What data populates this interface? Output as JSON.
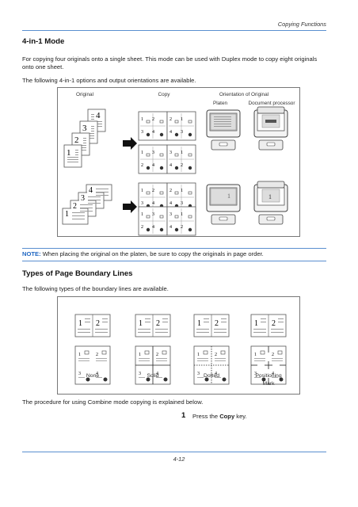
{
  "header": {
    "section": "Copying Functions"
  },
  "title": "4-in-1 Mode",
  "intro": [
    "For copying four originals onto a single sheet. This mode can be used with Duplex mode to copy eight originals",
    "onto one sheet."
  ],
  "options_text": "The following 4-in-1 options and output orientations are available.",
  "figure1": {
    "col_original": "Original",
    "col_copy": "Copy",
    "col_orientation": "Orientation of Original",
    "col_platen": "Platen",
    "col_docproc": "Document processor",
    "page_numbers": [
      "1",
      "2",
      "3",
      "4"
    ]
  },
  "note": {
    "label": "NOTE:",
    "text": " When placing the original on the platen, be sure to copy the originals in page order."
  },
  "boundary_title": "Types of Page Boundary Lines",
  "boundary_intro": "The following types of the boundary lines are available.",
  "boundary_types": [
    "None",
    "Solid",
    "Dotted",
    "Positioning",
    "Mark"
  ],
  "procedure_text": "The procedure for using Combine mode copying is explained below.",
  "step": {
    "number": "1",
    "prefix": "Press the ",
    "key": "Copy",
    "suffix": " key."
  },
  "footer": {
    "page": "4-12"
  },
  "colors": {
    "accent": "#3a78c9",
    "note": "#1f66c2"
  }
}
